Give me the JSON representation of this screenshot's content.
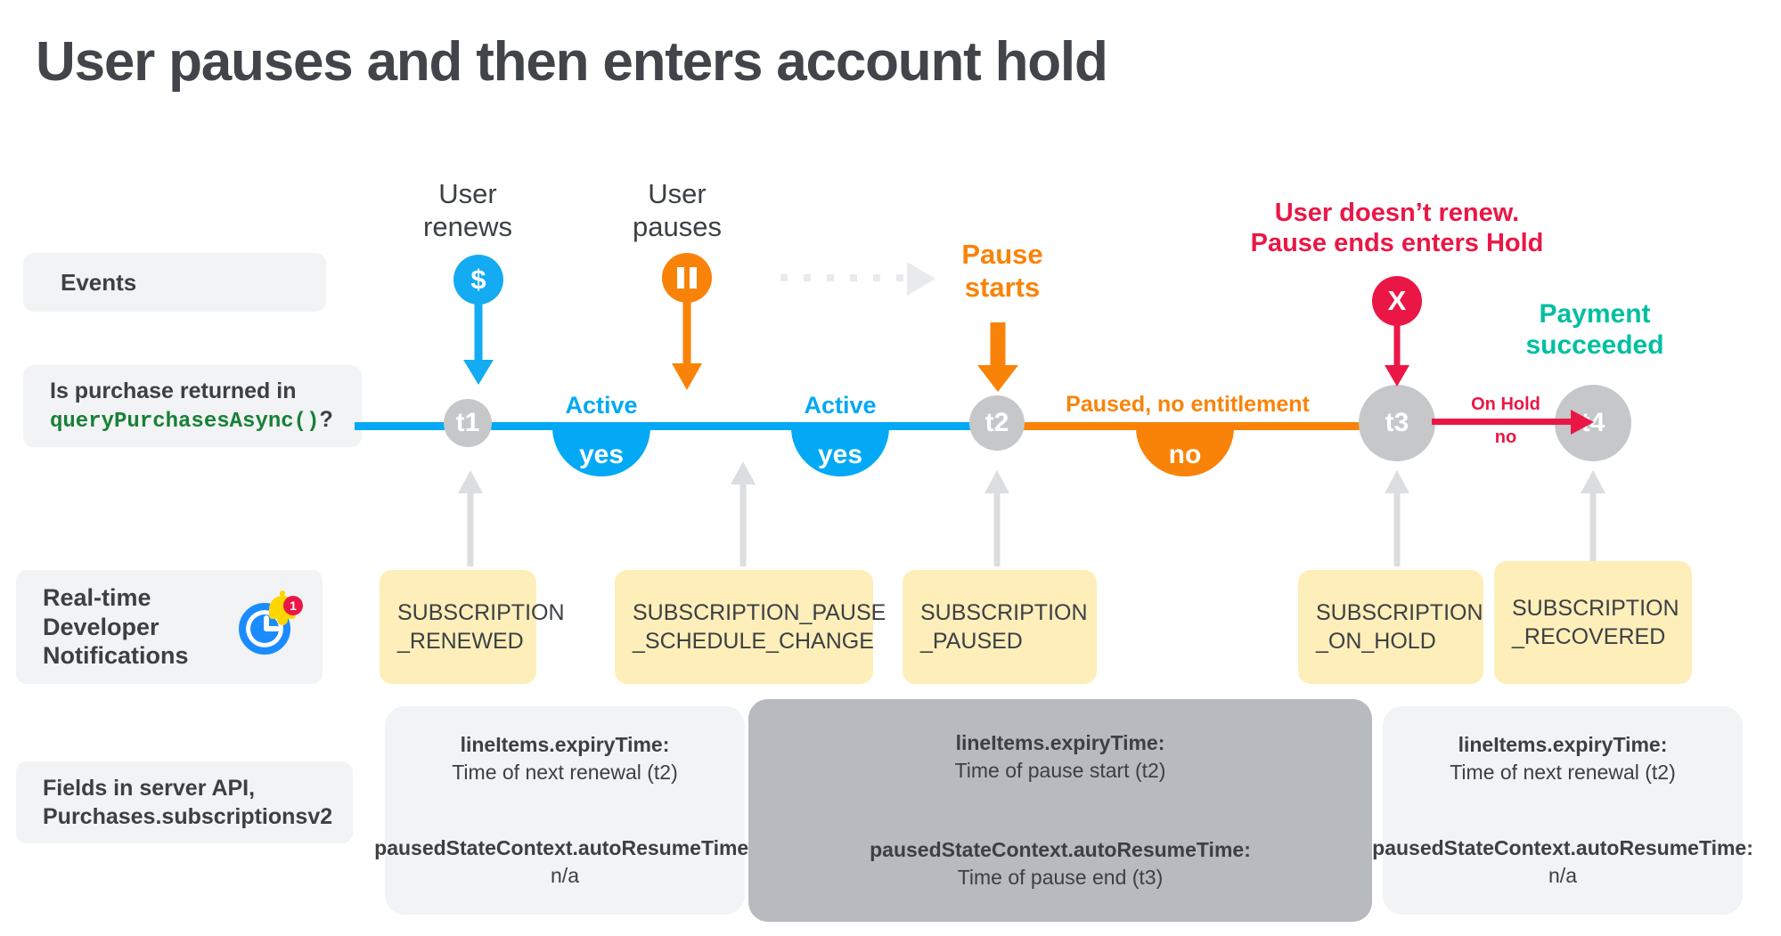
{
  "title": "User pauses and then enters account hold",
  "colors": {
    "blue": "#03a9f4",
    "orange": "#f98309",
    "red": "#ea1746",
    "teal": "#00bfa0",
    "green_code": "#188038",
    "node_gray": "#c5c7c9",
    "panel_light": "#f1f3f4",
    "panel_dark": "#b7bbbf",
    "rtdn_yellow": "#fdeeba"
  },
  "row_labels": {
    "events": "Events",
    "purchase_line1": "Is purchase returned in",
    "purchase_code": "queryPurchasesAsync()",
    "purchase_suffix": "?",
    "rtdn": "Real-time\nDeveloper\nNotifications",
    "rtdn_badge": "1",
    "fields": "Fields in server API,\nPurchases.subscriptionsv2"
  },
  "events": [
    {
      "id": "user-renews",
      "caption": "User\nrenews",
      "icon": "dollar-icon",
      "glyph": "$",
      "color": "blue"
    },
    {
      "id": "user-pauses",
      "caption": "User\npauses",
      "icon": "pause-icon",
      "glyph": "",
      "color": "orange"
    },
    {
      "id": "pause-starts",
      "caption": "Pause\nstarts",
      "icon": "",
      "glyph": "",
      "color": "orange"
    },
    {
      "id": "no-renew",
      "caption": "User doesn’t renew.\nPause ends enters Hold",
      "icon": "x-icon",
      "glyph": "X",
      "color": "red"
    },
    {
      "id": "payment-ok",
      "caption": "Payment\nsucceeded",
      "icon": "",
      "glyph": "",
      "color": "teal"
    }
  ],
  "timeline": {
    "nodes": [
      {
        "id": "t1",
        "label": "t1"
      },
      {
        "id": "t2",
        "label": "t2"
      },
      {
        "id": "t3",
        "label": "t3"
      },
      {
        "id": "t4",
        "label": "t4"
      }
    ],
    "segments": [
      {
        "id": "active-1",
        "label": "Active",
        "answer": "yes",
        "color": "blue"
      },
      {
        "id": "active-2",
        "label": "Active",
        "answer": "yes",
        "color": "blue"
      },
      {
        "id": "paused",
        "label": "Paused, no entitlement",
        "answer": "no",
        "color": "orange"
      }
    ],
    "on_hold": {
      "label": "On Hold",
      "answer": "no"
    }
  },
  "rtdn_boxes": [
    {
      "id": "renewed",
      "text": "SUBSCRIPTION\n_RENEWED"
    },
    {
      "id": "pause-schedule",
      "text": "SUBSCRIPTION_PAUSE\n_SCHEDULE_CHANGE"
    },
    {
      "id": "paused",
      "text": "SUBSCRIPTION\n_PAUSED"
    },
    {
      "id": "on-hold",
      "text": "SUBSCRIPTION\n_ON_HOLD"
    },
    {
      "id": "recovered",
      "text": "SUBSCRIPTION\n_RECOVERED"
    }
  ],
  "field_panels": [
    {
      "id": "panel-1",
      "tone": "light",
      "expiry_key": "lineItems.expiryTime:",
      "expiry_value": "Time of next renewal (t2)",
      "resume_key": "pausedStateContext.autoResumeTime:",
      "resume_value": "n/a"
    },
    {
      "id": "panel-2",
      "tone": "dark",
      "expiry_key": "lineItems.expiryTime:",
      "expiry_value": "Time of pause start (t2)",
      "resume_key": "pausedStateContext.autoResumeTime:",
      "resume_value": "Time of pause end (t3)"
    },
    {
      "id": "panel-3",
      "tone": "light",
      "expiry_key": "lineItems.expiryTime:",
      "expiry_value": "Time of next renewal (t2)",
      "resume_key": "pausedStateContext.autoResumeTime:",
      "resume_value": "n/a"
    }
  ]
}
